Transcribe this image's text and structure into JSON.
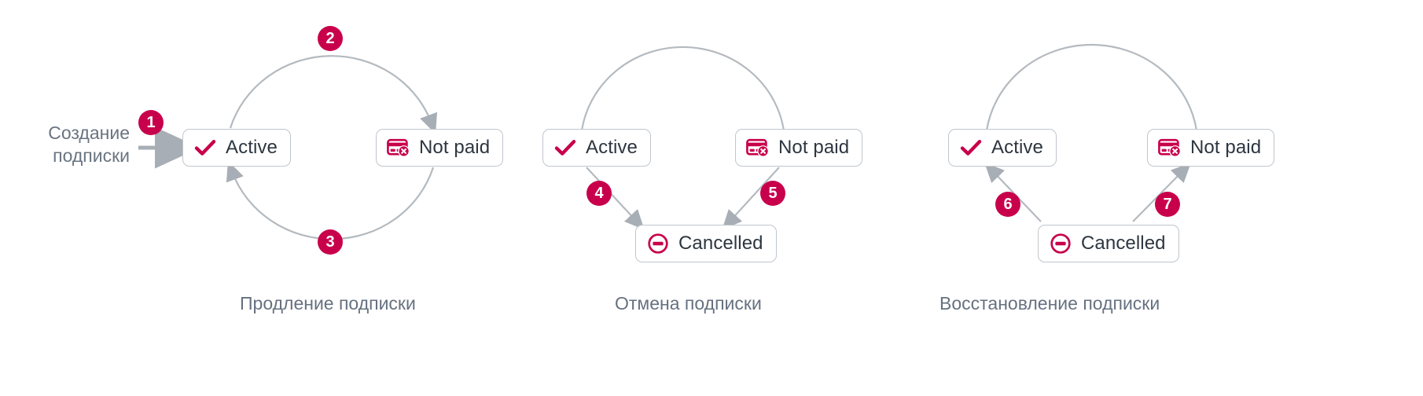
{
  "diagram": {
    "title_hidden": "",
    "colors": {
      "accent": "#c8004b",
      "arrow": "#a8aeb5",
      "box_border": "#c0c6cc",
      "box_text": "#2d3640",
      "caption_text": "#667180",
      "entry_text": "#6a7480",
      "badge_text": "#ffffff",
      "background": "#ffffff"
    },
    "states": {
      "active": {
        "label": "Active",
        "icon": "check-icon"
      },
      "not_paid": {
        "label": "Not paid",
        "icon": "credit-card-error-icon"
      },
      "cancelled": {
        "label": "Cancelled",
        "icon": "no-entry-icon"
      }
    },
    "panels": [
      {
        "id": "renewal",
        "caption": "Продление подписки",
        "entry_label": "Создание подписки",
        "boxes": [
          {
            "state": "active",
            "label": "Active",
            "icon": "check-icon"
          },
          {
            "state": "not_paid",
            "label": "Not paid",
            "icon": "credit-card-error-icon"
          }
        ],
        "badges": [
          {
            "number": "1",
            "from": "entry",
            "to": "active"
          },
          {
            "number": "2",
            "from": "active",
            "to": "not_paid"
          },
          {
            "number": "3",
            "from": "not_paid",
            "to": "active"
          }
        ]
      },
      {
        "id": "cancellation",
        "caption": "Отмена подписки",
        "entry_label": "",
        "boxes": [
          {
            "state": "active",
            "label": "Active",
            "icon": "check-icon"
          },
          {
            "state": "not_paid",
            "label": "Not paid",
            "icon": "credit-card-error-icon"
          },
          {
            "state": "cancelled",
            "label": "Cancelled",
            "icon": "no-entry-icon"
          }
        ],
        "badges": [
          {
            "number": "4",
            "from": "active",
            "to": "cancelled"
          },
          {
            "number": "5",
            "from": "not_paid",
            "to": "cancelled"
          }
        ]
      },
      {
        "id": "restoration",
        "caption": "Восстановление подписки",
        "entry_label": "",
        "boxes": [
          {
            "state": "active",
            "label": "Active",
            "icon": "check-icon"
          },
          {
            "state": "not_paid",
            "label": "Not paid",
            "icon": "credit-card-error-icon"
          },
          {
            "state": "cancelled",
            "label": "Cancelled",
            "icon": "no-entry-icon"
          }
        ],
        "badges": [
          {
            "number": "6",
            "from": "cancelled",
            "to": "active"
          },
          {
            "number": "7",
            "from": "cancelled",
            "to": "not_paid"
          }
        ]
      }
    ]
  }
}
